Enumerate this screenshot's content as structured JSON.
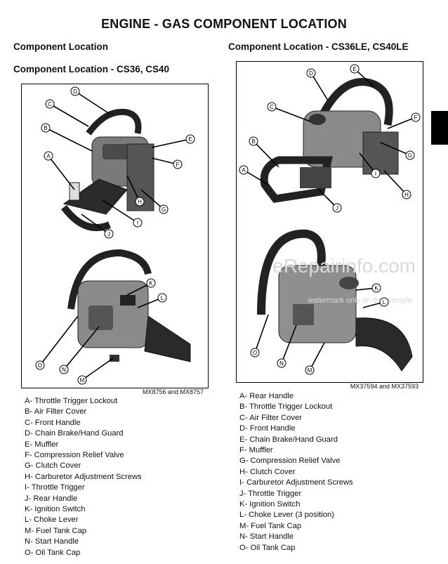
{
  "page": {
    "title": "ENGINE - GAS   COMPONENT LOCATION"
  },
  "left": {
    "heading_main": "Component Location",
    "heading_sub": "Component Location - CS36, CS40",
    "figure_caption": "MX8756 and MX8757",
    "callouts_top": [
      "A",
      "B",
      "C",
      "D",
      "E",
      "F",
      "G",
      "H",
      "I",
      "J"
    ],
    "callouts_bottom": [
      "K",
      "L",
      "M",
      "N",
      "O"
    ],
    "legend": [
      "A- Throttle Trigger Lockout",
      "B- Air Filter Cover",
      "C- Front Handle",
      "D- Chain Brake/Hand Guard",
      "E- Muffler",
      "F- Compression Relief Valve",
      "G- Clutch Cover",
      "H- Carburetor Adjustment Screws",
      "I- Throttle Trigger",
      "J- Rear Handle",
      "K- Ignition Switch",
      "L- Choke Lever",
      "M- Fuel Tank Cap",
      "N- Start Handle",
      "O- Oil Tank Cap"
    ]
  },
  "right": {
    "heading": "Component Location - CS36LE, CS40LE",
    "figure_caption": "MX37594 and MX37593",
    "callouts_top": [
      "A",
      "B",
      "C",
      "D",
      "E",
      "F",
      "G",
      "H",
      "I",
      "J"
    ],
    "callouts_bottom": [
      "K",
      "L",
      "M",
      "N",
      "O"
    ],
    "legend": [
      "A- Rear Handle",
      "B- Throttle Trigger Lockout",
      "C- Air Filter Cover",
      "D- Front Handle",
      "E- Chain Brake/Hand Guard",
      "F- Muffler",
      "G- Compression Relief Valve",
      "H- Clutch Cover",
      "I- Carburetor Adjustment Screws",
      "J- Throttle Trigger",
      "K- Ignition Switch",
      "L- Choke Lever (3 position)",
      "M- Fuel Tank Cap",
      "N- Start Handle",
      "O- Oil Tank Cap"
    ]
  },
  "watermark": {
    "line1": "eRepairinfo.com",
    "line2": "watermark only on this sample"
  }
}
